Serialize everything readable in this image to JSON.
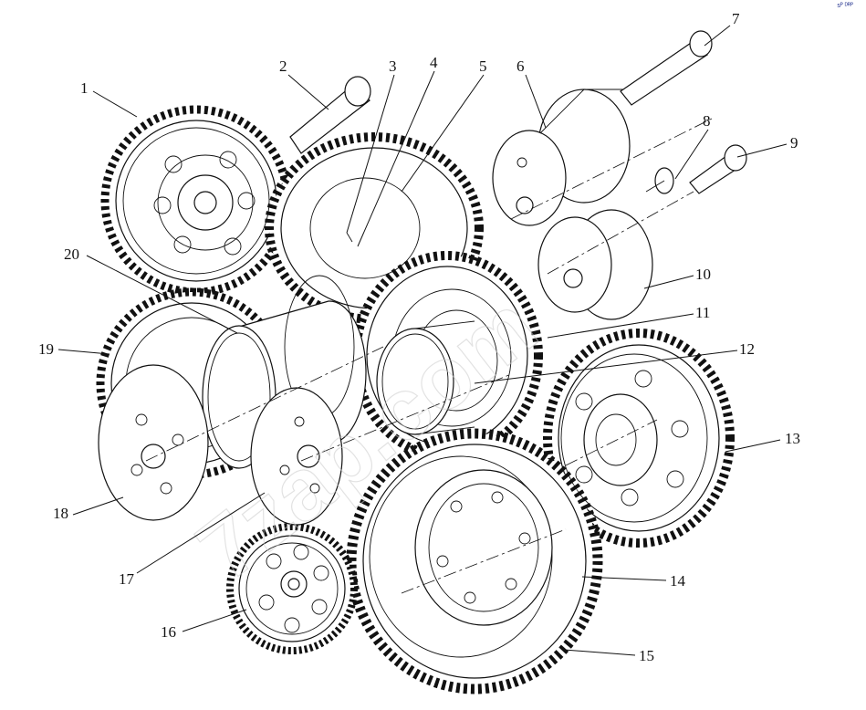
{
  "corner_mark": "sᴾ ᴰᴿᴾ",
  "watermark": "7zap.com",
  "labels": [
    "1",
    "2",
    "3",
    "4",
    "5",
    "6",
    "7",
    "8",
    "9",
    "10",
    "11",
    "12",
    "13",
    "14",
    "15",
    "16",
    "17",
    "18",
    "19",
    "20"
  ]
}
